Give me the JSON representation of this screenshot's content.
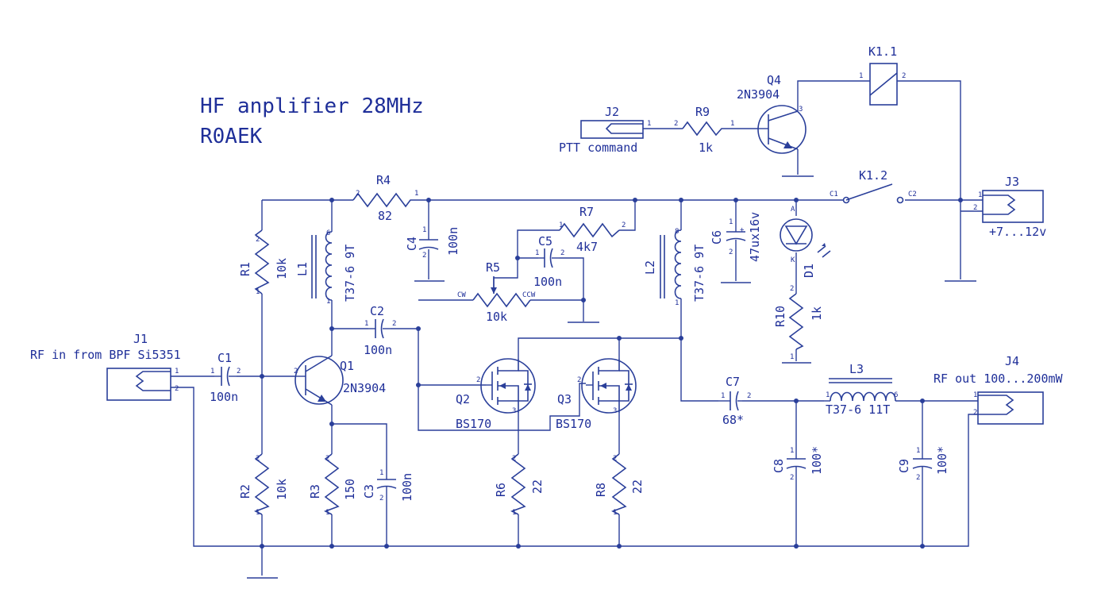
{
  "title": {
    "line1": "HF anplifier 28MHz",
    "line2": "R0AEK"
  },
  "components": {
    "J1": {
      "ref": "J1",
      "value": "RF in from BPF Si5351"
    },
    "J2": {
      "ref": "J2",
      "value": "PTT command"
    },
    "J3": {
      "ref": "J3",
      "value": "+7...12v"
    },
    "J4": {
      "ref": "J4",
      "value": "RF out 100...200mW"
    },
    "C1": {
      "ref": "C1",
      "value": "100n"
    },
    "C2": {
      "ref": "C2",
      "value": "100n"
    },
    "C3": {
      "ref": "C3",
      "value": "100n"
    },
    "C4": {
      "ref": "C4",
      "value": "100n"
    },
    "C5": {
      "ref": "C5",
      "value": "100n"
    },
    "C6": {
      "ref": "C6",
      "value": "47ux16v"
    },
    "C7": {
      "ref": "C7",
      "value": "68*"
    },
    "C8": {
      "ref": "C8",
      "value": "100*"
    },
    "C9": {
      "ref": "C9",
      "value": "100*"
    },
    "R1": {
      "ref": "R1",
      "value": "10k"
    },
    "R2": {
      "ref": "R2",
      "value": "10k"
    },
    "R3": {
      "ref": "R3",
      "value": "150"
    },
    "R4": {
      "ref": "R4",
      "value": "82"
    },
    "R5": {
      "ref": "R5",
      "value": "10k",
      "cw": "CW",
      "ccw": "CCW"
    },
    "R6": {
      "ref": "R6",
      "value": "22"
    },
    "R7": {
      "ref": "R7",
      "value": "4k7"
    },
    "R8": {
      "ref": "R8",
      "value": "22"
    },
    "R9": {
      "ref": "R9",
      "value": "1k"
    },
    "R10": {
      "ref": "R10",
      "value": "1k"
    },
    "L1": {
      "ref": "L1",
      "value": "T37-6 9T"
    },
    "L2": {
      "ref": "L2",
      "value": "T37-6 9T"
    },
    "L3": {
      "ref": "L3",
      "value": "T37-6 11T"
    },
    "Q1": {
      "ref": "Q1",
      "value": "2N3904"
    },
    "Q2": {
      "ref": "Q2",
      "value": "BS170"
    },
    "Q3": {
      "ref": "Q3",
      "value": "BS170"
    },
    "Q4": {
      "ref": "Q4",
      "value": "2N3904"
    },
    "K1_1": {
      "ref": "K1.1"
    },
    "K1_2": {
      "ref": "K1.2",
      "pin_c1": "C1",
      "pin_c2": "C2"
    },
    "D1": {
      "ref": "D1",
      "pin_a": "A",
      "pin_k": "K"
    }
  },
  "pins": {
    "p1": "1",
    "p2": "2",
    "p3": "3",
    "p6": "6",
    "p8": "8",
    "plus": "+"
  }
}
